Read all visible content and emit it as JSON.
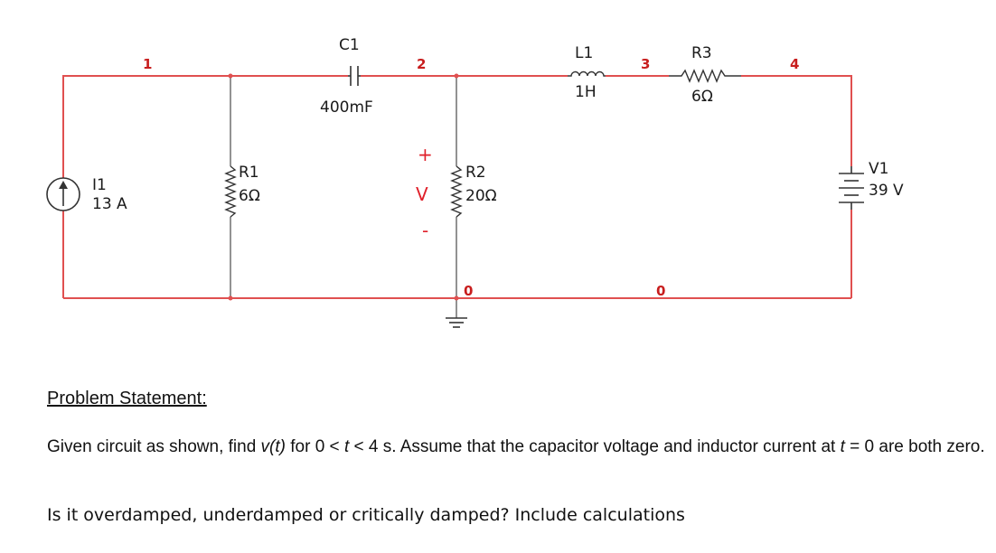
{
  "circuit": {
    "components": {
      "C1": {
        "name": "C1",
        "value": "400mF"
      },
      "L1": {
        "name": "L1",
        "value": "1H"
      },
      "R3": {
        "name": "R3",
        "value": "6Ω"
      },
      "R1": {
        "name": "R1",
        "value": "6Ω"
      },
      "R2": {
        "name": "R2",
        "value": "20Ω"
      },
      "I1": {
        "name": "I1",
        "value": "13 A"
      },
      "V1": {
        "name": "V1",
        "value": "39 V"
      }
    },
    "nodes": {
      "n1": "1",
      "n2": "2",
      "n3": "3",
      "n4": "4",
      "gnd_a": "0",
      "gnd_b": "0"
    },
    "voltmeter": {
      "plus": "+",
      "label": "V",
      "minus": "-"
    },
    "wire_color": "#e05050",
    "node_label_color": "#c81e1e"
  },
  "problem": {
    "title": "Problem Statement:",
    "text_1": "Given circuit as shown, find ",
    "text_vt": "v(t)",
    "text_2": " for 0 < ",
    "text_t1": "t",
    "text_3": " < 4 s. Assume that the capacitor voltage and inductor current at ",
    "text_t2": "t",
    "text_4": " = 0 are both zero.",
    "question": "Is it overdamped, underdamped or critically damped? Include calculations"
  }
}
